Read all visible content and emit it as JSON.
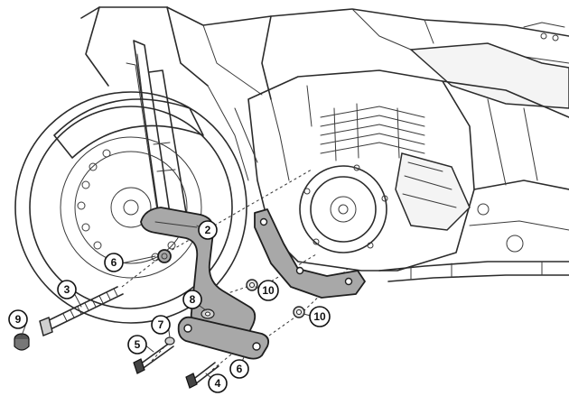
{
  "callouts": [
    {
      "id": "c9",
      "label": "9"
    },
    {
      "id": "c3",
      "label": "3"
    },
    {
      "id": "c6a",
      "label": "6"
    },
    {
      "id": "c2",
      "label": "2"
    },
    {
      "id": "c8",
      "label": "8"
    },
    {
      "id": "c7",
      "label": "7"
    },
    {
      "id": "c5",
      "label": "5"
    },
    {
      "id": "c4",
      "label": "4"
    },
    {
      "id": "c6b",
      "label": "6"
    },
    {
      "id": "c10a",
      "label": "10"
    },
    {
      "id": "c10b",
      "label": "10"
    }
  ],
  "colors": {
    "part_fill": "#a8a8a8",
    "outline": "#2b2b2b",
    "background": "#ffffff"
  }
}
